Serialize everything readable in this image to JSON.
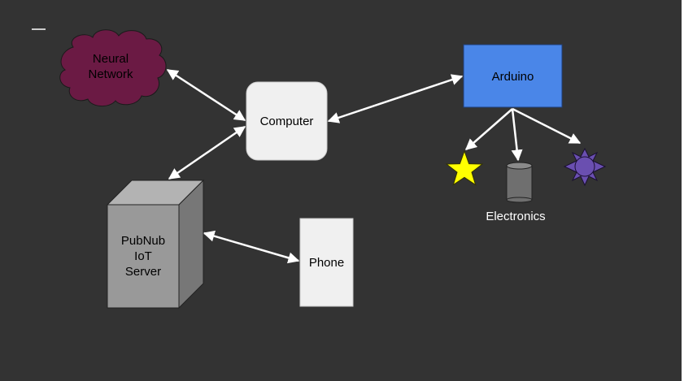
{
  "nodes": {
    "neural_network": {
      "line1": "Neural",
      "line2": "Network"
    },
    "computer": {
      "label": "Computer"
    },
    "arduino": {
      "label": "Arduino"
    },
    "pubnub": {
      "line1": "PubNub",
      "line2": "IoT",
      "line3": "Server"
    },
    "phone": {
      "label": "Phone"
    },
    "electronics": {
      "label": "Electronics"
    }
  },
  "colors": {
    "background": "#333333",
    "cloud": "#6b1a44",
    "arduino": "#4a86e8",
    "computer": "#f0f0f0",
    "phone": "#f0f0f0",
    "server_front": "#999999",
    "server_top": "#b3b3b3",
    "server_side": "#777777",
    "star": "#ffff00",
    "cylinder": "#6f6f6f",
    "sun": "#6a4fb0",
    "arrow": "#ffffff"
  },
  "icons": [
    "star-icon",
    "cylinder-icon",
    "sun-icon",
    "cloud-icon",
    "minimize-icon"
  ]
}
